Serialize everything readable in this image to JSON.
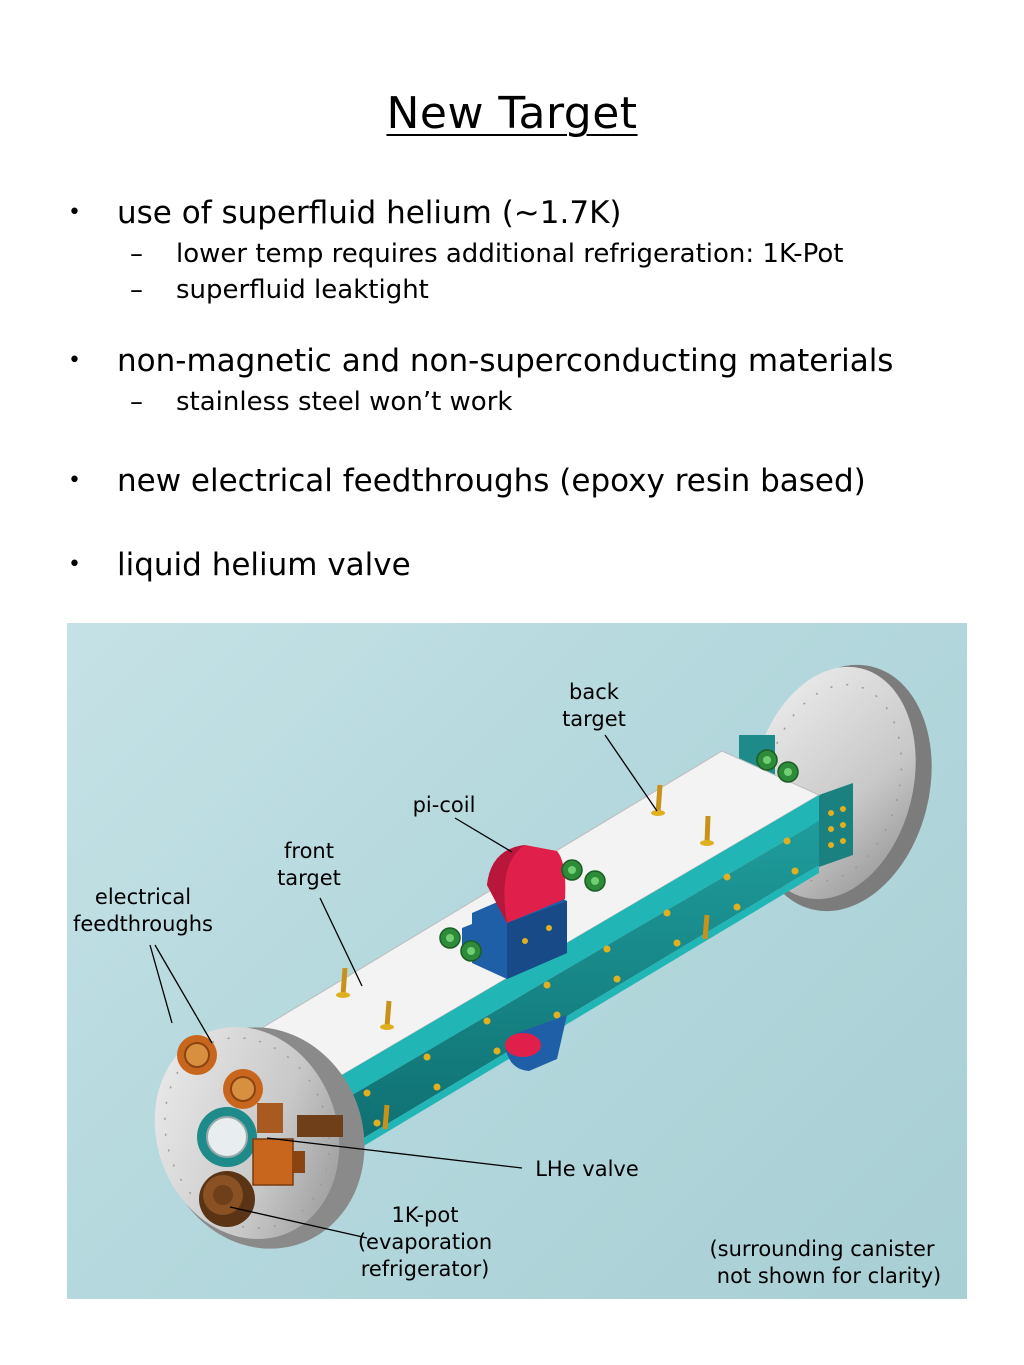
{
  "title": "New Target",
  "bullets": [
    {
      "text": "use of superfluid helium (~1.7K)",
      "sub": [
        "lower temp requires additional refrigeration: 1K-Pot",
        "superfluid leaktight"
      ]
    },
    {
      "text": "non-magnetic and non-superconducting materials",
      "sub": [
        "stainless steel won’t work"
      ]
    },
    {
      "text": "new electrical feedthroughs (epoxy resin based)",
      "sub": []
    },
    {
      "text": "liquid helium valve",
      "sub": []
    }
  ],
  "bullet_symbol": "•",
  "dash_symbol": "–",
  "figure": {
    "labels": {
      "back_target": [
        "back",
        "target"
      ],
      "pi_coil": [
        "pi-coil"
      ],
      "front_target": [
        "front",
        "target"
      ],
      "electrical_feedthroughs": [
        "electrical",
        "feedthroughs"
      ],
      "lhe_valve": [
        "LHe valve"
      ],
      "one_k_pot": [
        "1K-pot",
        "(evaporation",
        "refrigerator)"
      ],
      "note": [
        "(surrounding canister",
        "not shown for clarity)"
      ]
    },
    "colors": {
      "background": "#b4d8dd",
      "flange": "#c9c9c9",
      "beam_top": "#f2f2f2",
      "beam_side": "#1a8a8a",
      "rail": "#22b5b5",
      "pi_coil": "#e0204a",
      "clamp": "#1f5fa8",
      "fitting": "#2e8b3a",
      "pin": "#e0b020",
      "copper": "#c8661e"
    }
  }
}
